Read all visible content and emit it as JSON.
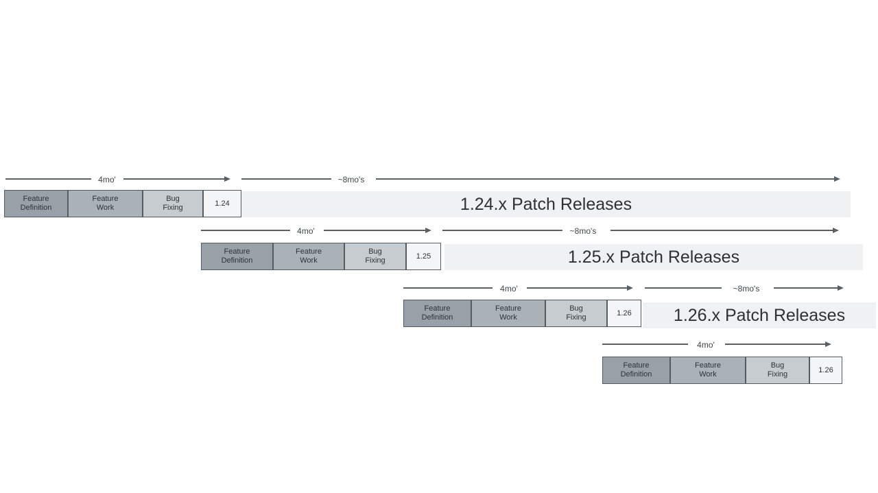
{
  "diagram": {
    "name": "release-cadence-timeline"
  },
  "labels": {
    "feature_definition": "Feature\nDefinition",
    "feature_work": "Feature\nWork",
    "bug_fixing": "Bug\nFixing",
    "four_months": "4mo'",
    "eight_months": "~8mo's"
  },
  "rows": [
    {
      "version": "1.24",
      "patch_label": "1.24.x Patch Releases"
    },
    {
      "version": "1.25",
      "patch_label": "1.25.x Patch Releases"
    },
    {
      "version": "1.26",
      "patch_label": "1.26.x Patch Releases"
    },
    {
      "version": "1.26"
    }
  ],
  "colors": {
    "feature_definition_fill": "#99a1a8",
    "feature_work_fill": "#aab1b7",
    "bug_fixing_fill": "#c7ccd0",
    "version_fill": "#f3f5f6",
    "patch_bar_fill": "#eff1f2",
    "box_border": "#565b60",
    "arrow": "#5a5f64",
    "box_text": "#2d3237",
    "patch_text": "#2e3135",
    "duration_text": "#3f4449",
    "background": "#ffffff"
  }
}
